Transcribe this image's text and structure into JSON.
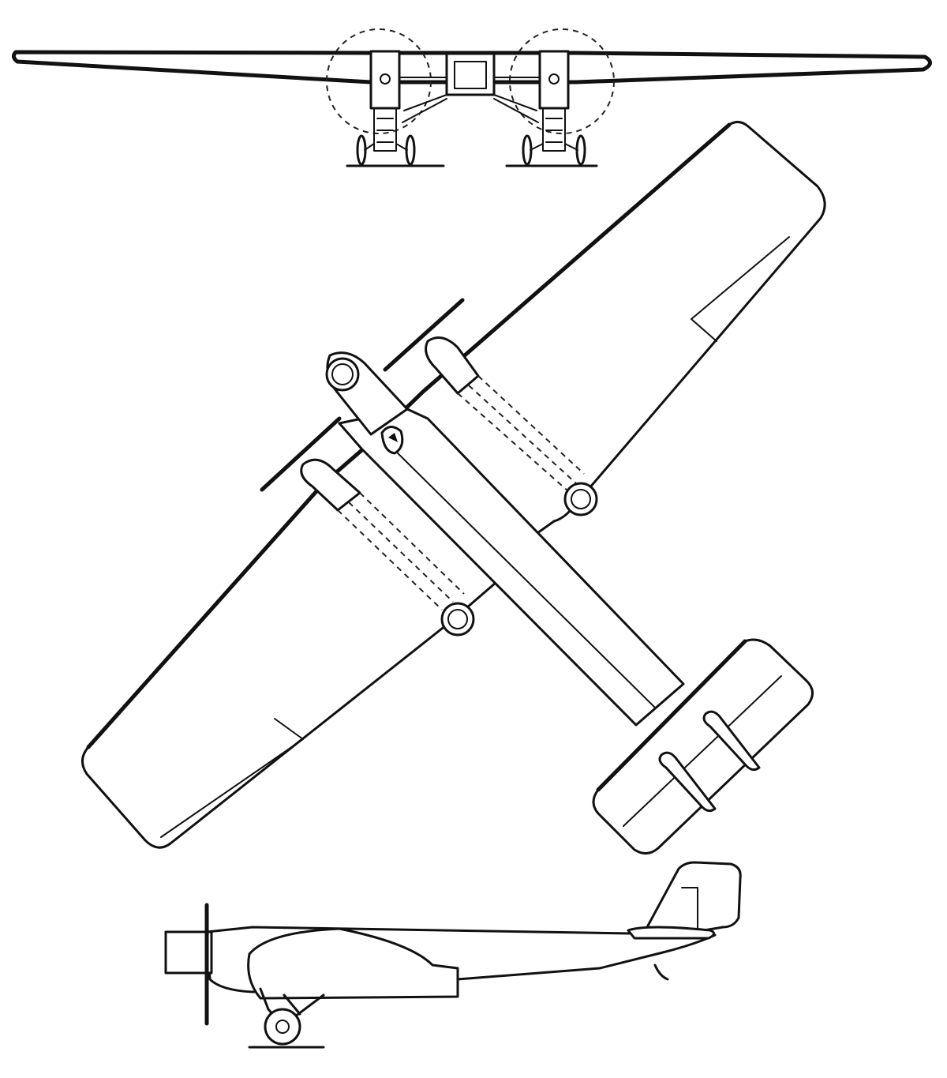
{
  "figure": {
    "views": [
      "front-view",
      "plan-view",
      "side-view"
    ],
    "engines": 3,
    "ink_color": "#111111",
    "paper_color": "#ffffff"
  }
}
